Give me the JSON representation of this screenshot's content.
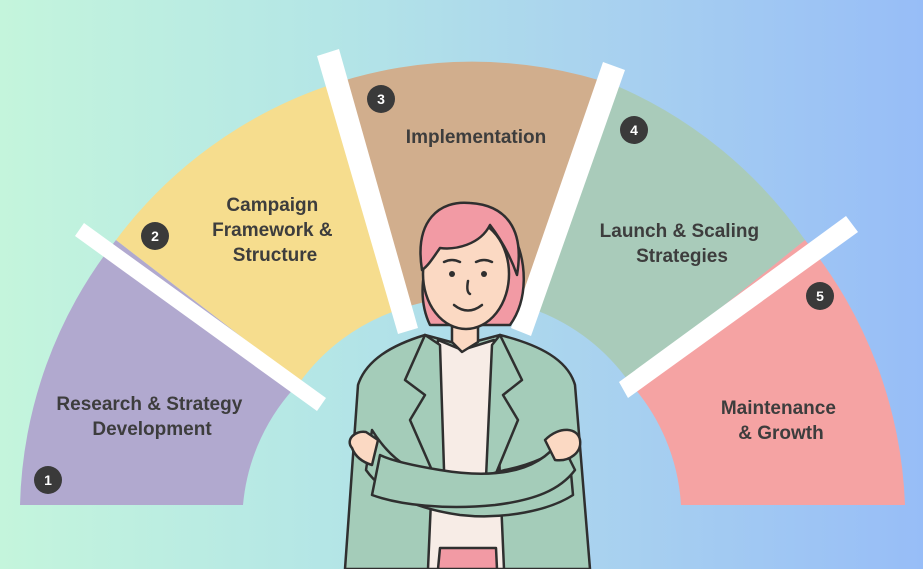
{
  "stages": [
    {
      "number": "1",
      "lines": [
        "Research & Strategy",
        "Development"
      ],
      "color": "#b1a9cf"
    },
    {
      "number": "2",
      "lines": [
        "Campaign",
        "Framework &",
        "Structure"
      ],
      "color": "#f6dd8e"
    },
    {
      "number": "3",
      "lines": [
        "Implementation"
      ],
      "color": "#d1ae8d"
    },
    {
      "number": "4",
      "lines": [
        "Launch & Scaling",
        "Strategies"
      ],
      "color": "#a9cbba"
    },
    {
      "number": "5",
      "lines": [
        "Maintenance",
        "& Growth"
      ],
      "color": "#f5a3a3"
    }
  ],
  "colors": {
    "badge": "#3a3a3a",
    "text": "#3d3d3d",
    "divider": "#ffffff",
    "hair": "#f29aa4",
    "skin": "#fbd9c3",
    "jacket": "#a4ccb9",
    "shirt": "#f7ece6",
    "outline": "#2f2f2f"
  }
}
